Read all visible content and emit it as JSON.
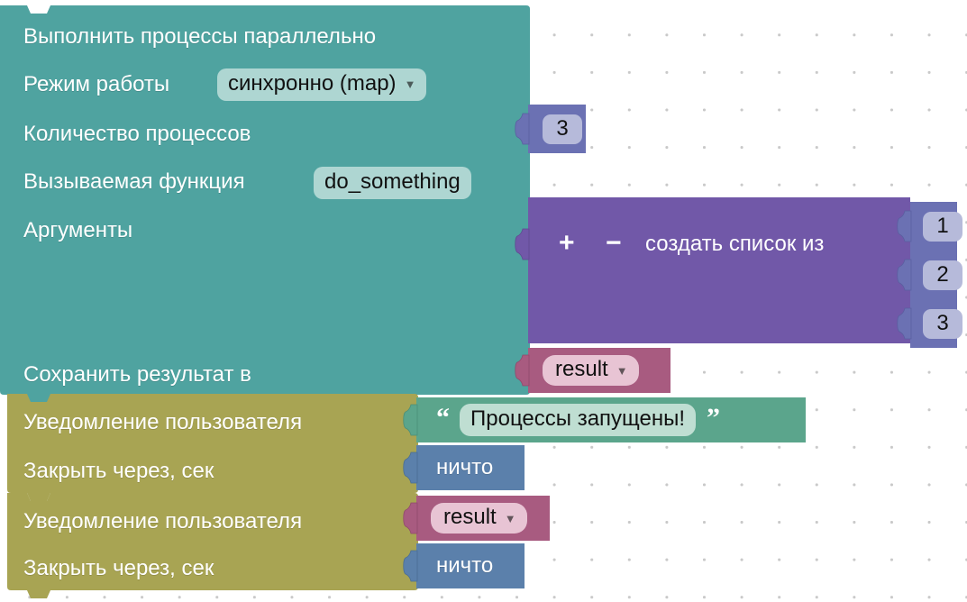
{
  "workspace": {
    "background": "#ffffff",
    "grid_dot_color": "#c9c9c9"
  },
  "blocks": {
    "parallel": {
      "title": "Выполнить процессы параллельно",
      "color": "#4fa3a0",
      "rows": [
        {
          "label": "Режим работы",
          "field_value": "синхронно (map)",
          "field_type": "dropdown"
        },
        {
          "label": "Количество процессов",
          "field_type": "value-socket"
        },
        {
          "label": "Вызываемая функция",
          "field_value": "do_something",
          "field_type": "text"
        },
        {
          "label": "Аргументы",
          "field_type": "value-socket"
        },
        {
          "label": "Сохранить результат в",
          "field_type": "value-socket"
        }
      ]
    },
    "process_count": {
      "value": "3",
      "color": "#6b71b3"
    },
    "create_list": {
      "label": "создать список из",
      "plus_icon": "+",
      "minus_icon": "−",
      "color": "#7158a8",
      "items": [
        {
          "value": "1"
        },
        {
          "value": "2"
        },
        {
          "value": "3"
        }
      ]
    },
    "save_variable": {
      "name": "result",
      "color": "#a85b80"
    },
    "notify_first": {
      "title": "Уведомление пользователя",
      "close_label": "Закрыть через, сек",
      "color": "#a8a453",
      "message_kind": "string",
      "message": "Процессы запущены!",
      "open_quote": "“",
      "close_quote": "”",
      "close_value": "ничто"
    },
    "notify_second": {
      "title": "Уведомление пользователя",
      "close_label": "Закрыть через, сек",
      "color": "#a8a453",
      "message_kind": "variable",
      "message": "result",
      "close_value": "ничто"
    }
  }
}
